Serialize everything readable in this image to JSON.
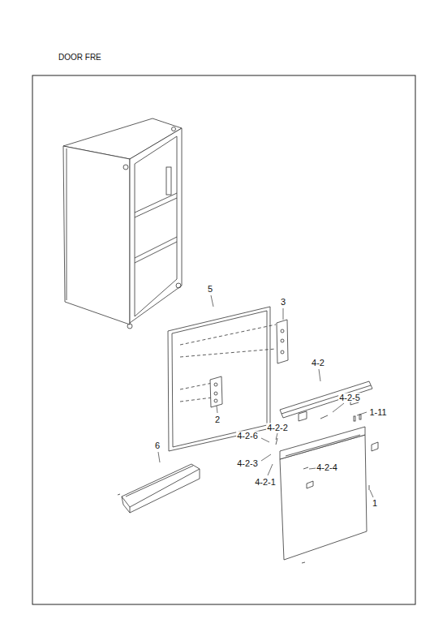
{
  "diagram": {
    "title": "DOOR FRE",
    "labels": [
      "5",
      "3",
      "4-2",
      "2",
      "4-2-5",
      "1-11",
      "4-2-6",
      "4-2-2",
      "6",
      "4-2-3",
      "4-2-4",
      "4-2-1",
      "1"
    ]
  }
}
